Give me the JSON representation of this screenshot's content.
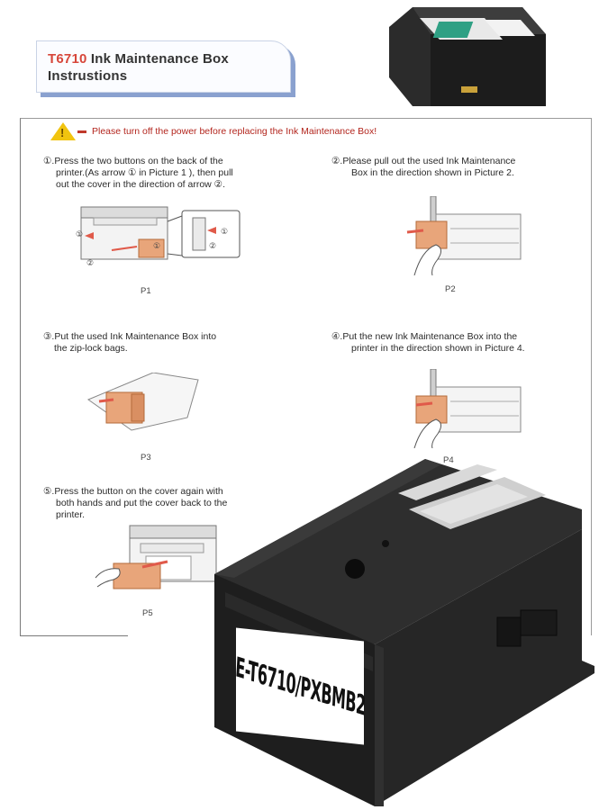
{
  "title": {
    "model": "T6710",
    "rest": " Ink Maintenance Box",
    "line2": "Instrustions"
  },
  "warning": "Please turn off the power before replacing the Ink Maintenance Box!",
  "warning_icon": "warning-triangle-icon",
  "steps": [
    {
      "lines": [
        "①.Press the two buttons on the back of the",
        "printer.(As arrow ① in Picture 1 ), then pull",
        "out the cover in the direction of arrow ②."
      ],
      "caption": "P1"
    },
    {
      "lines": [
        "②.Please pull out the used Ink Maintenance",
        "Box in the direction shown in Picture 2."
      ],
      "caption": "P2"
    },
    {
      "lines": [
        "③.Put the used Ink Maintenance Box into",
        "the zip-lock bags."
      ],
      "caption": "P3"
    },
    {
      "lines": [
        "④.Put the new Ink Maintenance Box into the",
        "printer in the direction shown in Picture 4."
      ],
      "caption": "P4"
    },
    {
      "lines": [
        "⑤.Press the button on the cover again with",
        "both hands and put the cover back to the",
        "printer."
      ],
      "caption": "P5"
    }
  ],
  "p1_markers": [
    "①",
    "②",
    "①",
    "①",
    "②"
  ],
  "product_label": "E-T6710/PXBMB2",
  "colors": {
    "accent_red": "#d7463a",
    "box_orange": "#e8a57a",
    "title_shadow": "#8aa1cf",
    "product_body": "#1f1f1f"
  }
}
